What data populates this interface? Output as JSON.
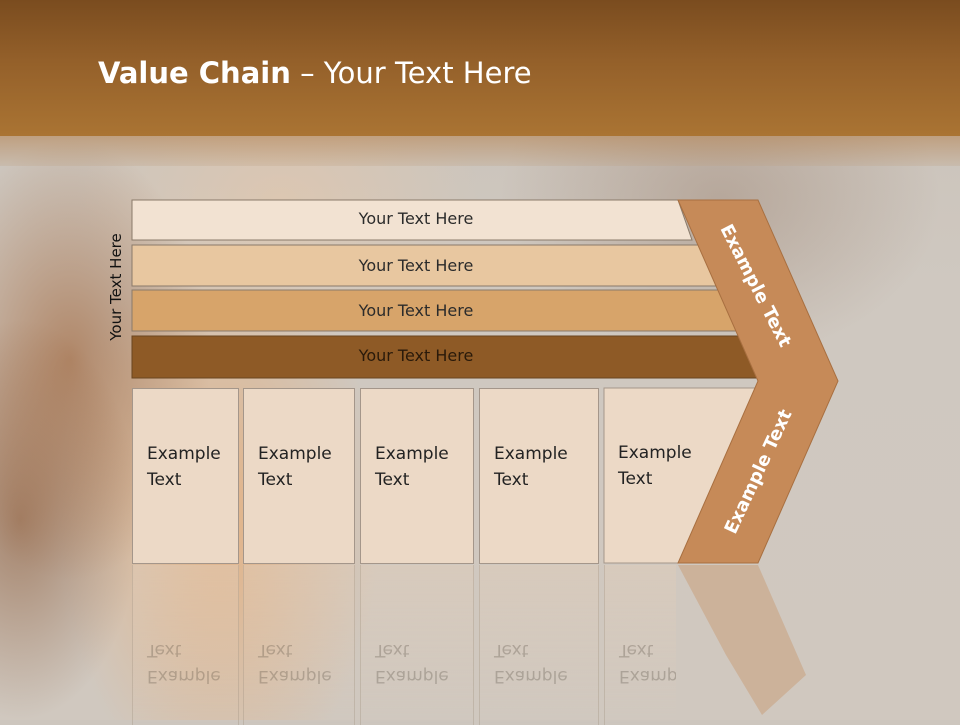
{
  "title": {
    "bold": "Value Chain",
    "rest": " – Your Text Here"
  },
  "side_label": "Your Text Here",
  "bands": [
    {
      "label": "Your Text Here",
      "color": "#f2e2d2"
    },
    {
      "label": "Your Text Here",
      "color": "#e8c7a0"
    },
    {
      "label": "Your Text Here",
      "color": "#d7a46a"
    },
    {
      "label": "Your Text Here",
      "color": "#8e5a26"
    }
  ],
  "boxes": [
    {
      "line1": "Example",
      "line2": "Text"
    },
    {
      "line1": "Example",
      "line2": "Text"
    },
    {
      "line1": "Example",
      "line2": "Text"
    },
    {
      "line1": "Example",
      "line2": "Text"
    },
    {
      "line1": "Example",
      "line2": "Text"
    }
  ],
  "chevron": {
    "upper_label": "Example Text",
    "lower_label": "Example Text",
    "color": "#c68a58"
  },
  "colors": {
    "header": "#94602a",
    "box_fill": "#ecd9c6"
  }
}
